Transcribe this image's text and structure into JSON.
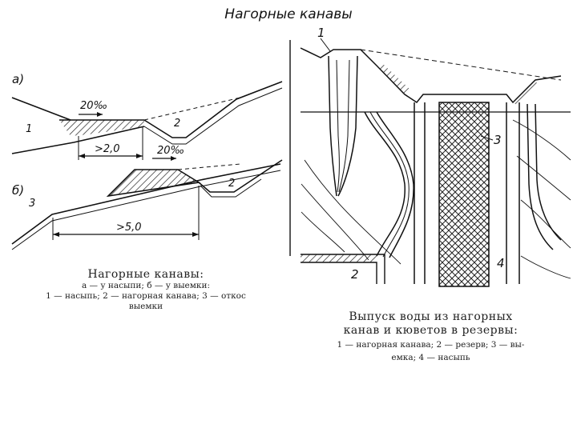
{
  "title": "Нагорные канавы",
  "left_figure": {
    "label_a": "а)",
    "label_b": "б)",
    "slope_a1": "20‰",
    "slope_a2": "20‰",
    "dist_a": ">2,0",
    "dist_b": ">5,0",
    "num_1": "1",
    "num_2a": "2",
    "num_2b": "2",
    "num_3": "3",
    "caption_title": "Нагорные канавы:",
    "caption_line1": "а — у насыпи; б — у выемки:",
    "caption_line2": "1 — насыпь; 2 — нагорная канава; 3 — откос",
    "caption_line3": "выемки"
  },
  "right_figure": {
    "num_1": "1",
    "num_2": "2",
    "num_3": "3",
    "num_4": "4",
    "caption_title_line1": "Выпуск воды из нагорных",
    "caption_title_line2": "канав и кюветов в резервы:",
    "caption_line1": "1 — нагорная канава; 2 — резерв; 3 — вы-",
    "caption_line2": "емка; 4 — насыпь"
  }
}
